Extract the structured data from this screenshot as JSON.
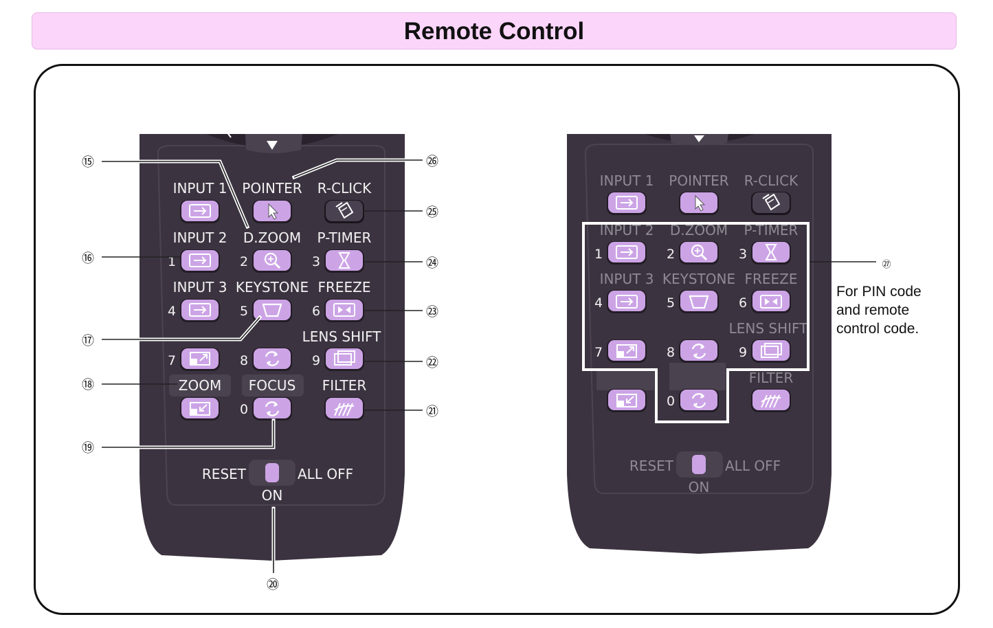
{
  "header": {
    "title": "Remote Control"
  },
  "colors": {
    "body": "#3c3340",
    "button": "#cca4e6",
    "label": "#f2f2f2",
    "label_dim": "#8f8a93",
    "header": "#fcd5fb"
  },
  "left_remote": {
    "labels": [
      "INPUT 1",
      "POINTER",
      "R-CLICK",
      "INPUT 2",
      "D.ZOOM",
      "P-TIMER",
      "INPUT 3",
      "KEYSTONE",
      "FREEZE",
      "LENS SHIFT",
      "ZOOM",
      "FOCUS",
      "FILTER"
    ],
    "numbers": [
      "1",
      "2",
      "3",
      "4",
      "5",
      "6",
      "7",
      "8",
      "9",
      "0"
    ],
    "switch": {
      "left": "RESET",
      "right": "ALL OFF",
      "bottom": "ON"
    }
  },
  "right_remote": {
    "labels": [
      "INPUT 1",
      "POINTER",
      "R-CLICK",
      "INPUT 2",
      "D.ZOOM",
      "P-TIMER",
      "INPUT 3",
      "KEYSTONE",
      "FREEZE",
      "LENS SHIFT",
      "FILTER"
    ],
    "numbers": [
      "1",
      "2",
      "3",
      "4",
      "5",
      "6",
      "7",
      "8",
      "9",
      "0"
    ],
    "switch": {
      "left": "RESET",
      "right": "ALL OFF",
      "bottom": "ON"
    }
  },
  "callouts": [
    "⑮",
    "⑯",
    "⑰",
    "⑱",
    "⑲",
    "⑳",
    "㉑",
    "㉒",
    "㉓",
    "㉔",
    "㉕",
    "㉖",
    "㉗"
  ],
  "note": {
    "line1": "For PIN code",
    "line2": "and remote",
    "line3": "control code."
  },
  "icons": [
    "input-arrow-icon",
    "pointer-arrow-icon",
    "r-click-mouse-icon",
    "magnifier-icon",
    "hourglass-icon",
    "keystone-trapezoid-icon",
    "freeze-icon",
    "lens-shift-icon",
    "zoom-in-icon",
    "zoom-out-icon",
    "focus-icon",
    "filter-icon"
  ]
}
